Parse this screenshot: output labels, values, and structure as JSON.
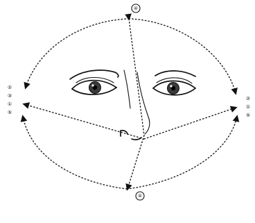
{
  "diagram": {
    "markers": {
      "top": "④",
      "bottom": "④",
      "left": [
        "②",
        "③",
        "①",
        "⑤"
      ],
      "right": [
        "②",
        "①",
        "⑤"
      ]
    }
  },
  "colors": {
    "ink": "#111111",
    "background": "#ffffff"
  }
}
